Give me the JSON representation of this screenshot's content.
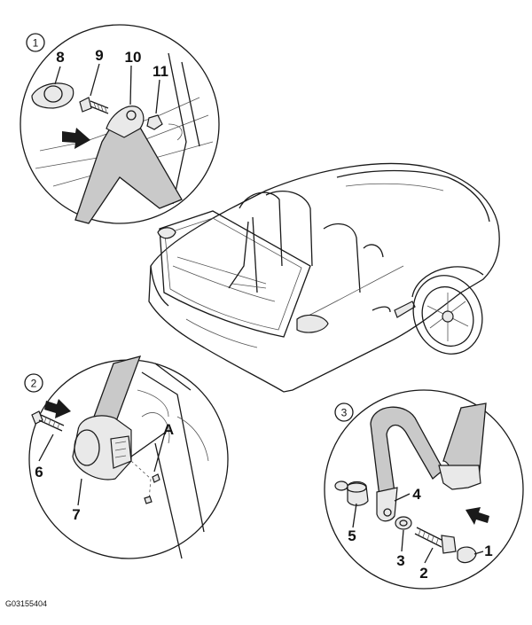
{
  "callouts": {
    "c1": "1",
    "c2": "2",
    "c3": "3"
  },
  "parts": {
    "p8": "8",
    "p9": "9",
    "p10": "10",
    "p11": "11",
    "pA": "A",
    "p6": "6",
    "p7": "7",
    "p4": "4",
    "p5": "5",
    "p3": "3",
    "p2": "2",
    "p1": "1"
  },
  "figure_code": "G03155404",
  "colors": {
    "line": "#1a1a1a",
    "belt": "#c9c9c9",
    "background": "#ffffff"
  }
}
